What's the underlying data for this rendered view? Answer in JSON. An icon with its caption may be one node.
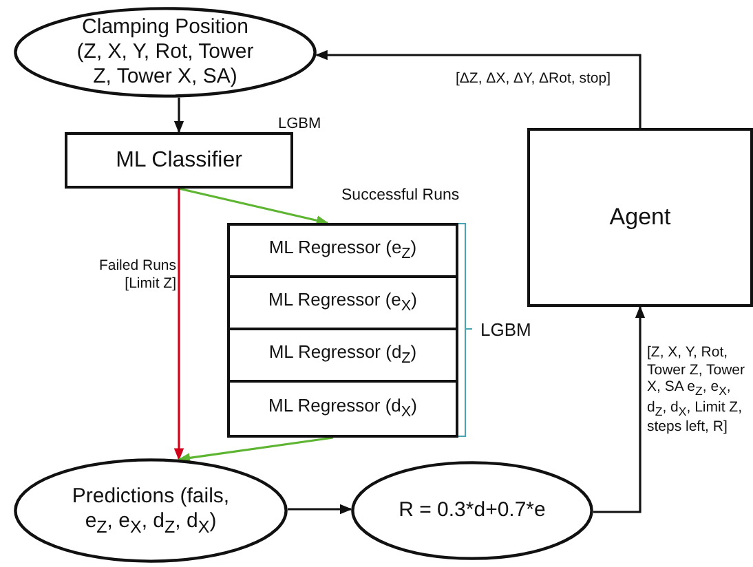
{
  "diagram": {
    "nodes": [
      {
        "text": [
          "Clamping Position (Z, X, Y, Rot, Tower Z, Tower X, SA)"
        ]
      },
      {
        "text": [
          "ML Classifier"
        ],
        "beside": [
          "LGBM"
        ]
      },
      {
        "text": [],
        "shape": "box",
        "beside": [
          "LGBM"
        ]
      },
      {
        "text": [
          "ML Regressor (e$_{Z}$)"
        ],
        "in": 2
      },
      {
        "text": [
          "ML Regressor (e$_{X}$)"
        ],
        "in": 2
      },
      {
        "text": [
          "ML Regressor (d$_{Z}$)"
        ],
        "in": 2
      },
      {
        "text": [
          "ML Regressor (d$_{X}$)"
        ],
        "in": 2
      },
      {
        "text": [
          "Predictions (fails, e$_{Z}$, e$_{X}$, d$_{Z}$, d$_{X}$)"
        ]
      },
      {
        "text": [
          "R = 0.3*d+0.7*e"
        ]
      },
      {
        "text": [
          "Agent"
        ]
      }
    ],
    "edges": [
      {
        "from": 0,
        "to": 1,
        "arrow": "to"
      },
      {
        "from": 1,
        "to": 2,
        "arrow": "to",
        "label": "Successful Runs",
        "color": "#5db531"
      },
      {
        "from": 1,
        "to": 7,
        "arrow": "to",
        "label": "Failed Runs [Limit Z]",
        "color": "#d0021b"
      },
      {
        "from": 2,
        "to": 7,
        "arrow": "to",
        "color": "#5db531"
      },
      {
        "from": 7,
        "to": 8,
        "arrow": "to"
      },
      {
        "from": 8,
        "to": 9,
        "arrow": "to",
        "label": "[Z, X, Y, Rot, Tower Z, Tower X, SA e$_{Z}$, e$_{X}$, d$_{Z}$, d$_{X}$, Limit Z, steps left, R]"
      },
      {
        "from": 9,
        "to": 0,
        "arrow": "to",
        "label": "[ΔZ, ΔX, ΔY, ΔRot, stop]"
      }
    ]
  }
}
